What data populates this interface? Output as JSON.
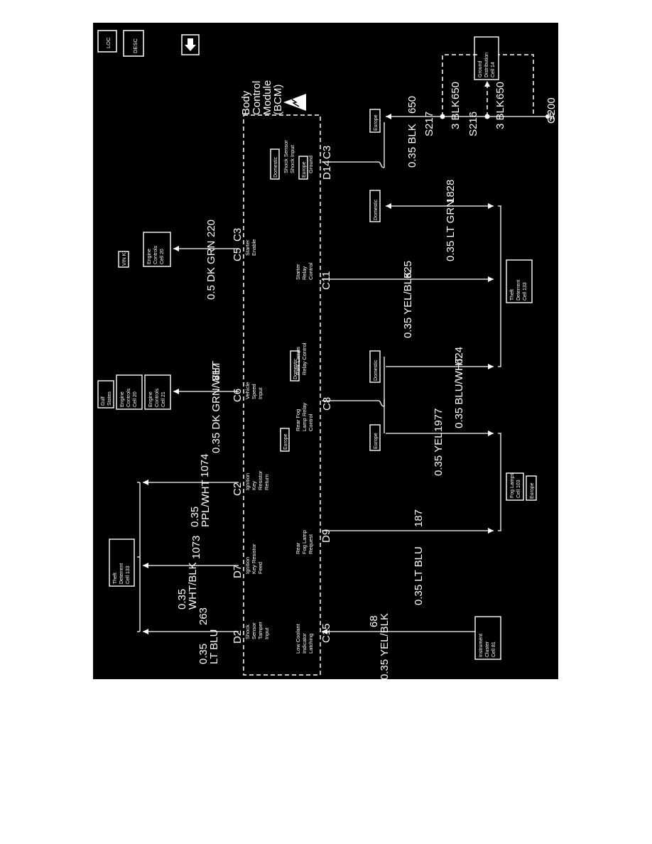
{
  "module": {
    "lines": [
      "Body",
      "Control",
      "Module",
      "(BCM)"
    ]
  },
  "nav_icons": {
    "loc": "LOC",
    "desc": "DESC",
    "down": "down-arrow"
  },
  "top_refs": [
    {
      "id": "theft1",
      "lines": [
        "Theft",
        "Deterrent",
        "Cell 133"
      ]
    },
    {
      "id": "gulf",
      "lines": [
        "Gulf",
        "States"
      ]
    },
    {
      "id": "eng20a",
      "lines": [
        "Engine",
        "Controls",
        "Cell 20"
      ]
    },
    {
      "id": "eng21",
      "lines": [
        "Engine",
        "Controls",
        "Cell 21"
      ]
    },
    {
      "id": "vink",
      "lines": [
        "VIN K"
      ]
    },
    {
      "id": "eng20b",
      "lines": [
        "Engine",
        "Controls",
        "Cell 20"
      ]
    }
  ],
  "top_wires": [
    {
      "gauge": "0.35",
      "color": "LT BLU",
      "circuit": "263",
      "pin": "D2",
      "func": [
        "Shock",
        "Sensor",
        "Tamper",
        "Input"
      ]
    },
    {
      "gauge": "0.35",
      "color": "WHT/BLK",
      "circuit": "1073",
      "pin": "D7",
      "func": [
        "Ignition",
        "Key Resistor",
        "Feed"
      ]
    },
    {
      "gauge": "0.35",
      "color": "PPL/WHT",
      "circuit": "1074",
      "pin": "C2",
      "func": [
        "Ignition",
        "Key",
        "Resistor",
        "Return"
      ]
    },
    {
      "label": "0.35 DK GRN/WHT",
      "circuit": "817",
      "pin": "C6",
      "func": [
        "Vehicle",
        "Speed",
        "Input"
      ]
    },
    {
      "label": "0.5 DK GRN",
      "circuit": "220",
      "pin": "C5",
      "pin2": "C3",
      "func": [
        "Starter",
        "Enable"
      ]
    }
  ],
  "bottom_wires": [
    {
      "label": "0.35 YEL/BLK",
      "circuit": "68",
      "pin": "C15",
      "func": [
        "Low Coolant",
        "Indicator",
        "Latching"
      ]
    },
    {
      "label": "0.35 LT BLU",
      "circuit": "187",
      "pin": "D9",
      "func": [
        "Rear",
        "Fog Lamp",
        "Request"
      ]
    },
    {
      "label": "0.35 YEL",
      "circuit": "1977",
      "pin": "C8",
      "func": [
        "Rear Fog",
        "Lamp Relay",
        "Control"
      ]
    },
    {
      "label": "0.35 BLU/WHT",
      "circuit": "624",
      "func": [
        "Park Lamps",
        "Relay Control"
      ]
    },
    {
      "label": "0.35 YEL/BLK",
      "circuit": "625",
      "pin": "C11",
      "func": [
        "Starter",
        "Relay",
        "Control"
      ]
    },
    {
      "label": "0.35 LT GRN",
      "circuit": "1828"
    },
    {
      "label": "0.35 BLK",
      "circuit": "650",
      "pin": "D14",
      "pin2": "C3",
      "func": [
        "Shock Sensor",
        "Shock Input",
        "Ground"
      ]
    }
  ],
  "variants": {
    "europe": "Europe",
    "domestic": "Domestic"
  },
  "bottom_refs": [
    {
      "id": "inst",
      "lines": [
        "Instrument",
        "Cluster",
        "Cell 81"
      ]
    },
    {
      "id": "fog",
      "lines": [
        "Fog Lamps",
        "Cell 103"
      ]
    },
    {
      "id": "theft2",
      "lines": [
        "Theft",
        "Deterrent",
        "Cell 133"
      ]
    },
    {
      "id": "gdist",
      "lines": [
        "Ground",
        "Distribution",
        "Cell 14"
      ]
    }
  ],
  "ground": [
    {
      "splice": "S217",
      "wire": "3 BLK",
      "circuit": "650"
    },
    {
      "splice": "S216",
      "wire": "3 BLK",
      "circuit": "650"
    },
    {
      "point": "G200"
    }
  ]
}
